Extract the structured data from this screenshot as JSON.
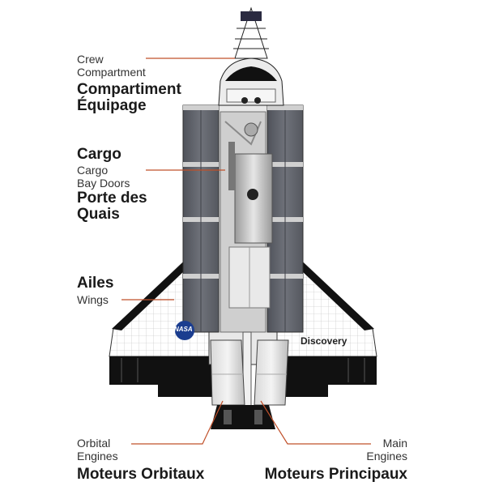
{
  "labels": {
    "crew": {
      "en_line1": "Crew",
      "en_line2": "Compartment",
      "fr_line1": "Compartiment",
      "fr_line2": "Équipage"
    },
    "cargo": {
      "heading": "Cargo",
      "en_line1": "Cargo",
      "en_line2": "Bay Doors",
      "fr_line1": "Porte des",
      "fr_line2": "Quais"
    },
    "wings": {
      "fr": "Ailes",
      "en": "Wings"
    },
    "orbital": {
      "en_line1": "Orbital",
      "en_line2": "Engines",
      "fr": "Moteurs Orbitaux"
    },
    "main": {
      "en_line1": "Main",
      "en_line2": "Engines",
      "fr": "Moteurs Principaux"
    }
  },
  "shuttle": {
    "logo": "NASA",
    "name": "Discovery"
  },
  "colors": {
    "leader_line": "#c0502a",
    "door_panel": "#5d6068",
    "wing_black": "#111111"
  }
}
